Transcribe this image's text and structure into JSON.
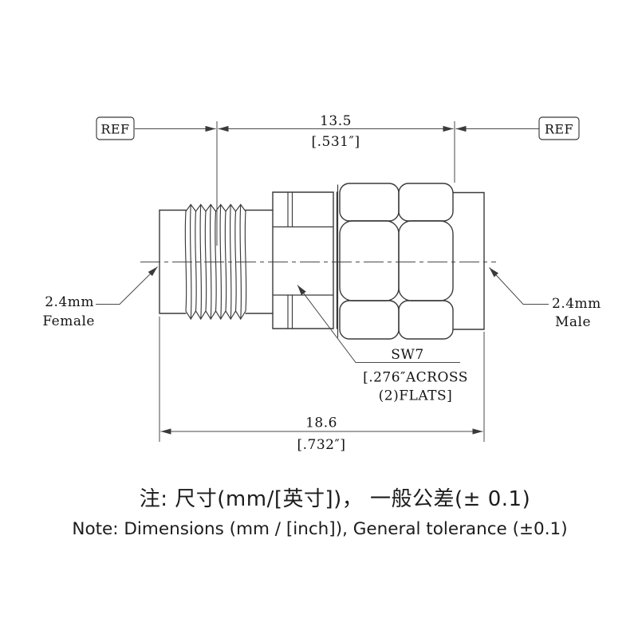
{
  "page": {
    "background": "#ffffff"
  },
  "drawing": {
    "ref_left": "REF",
    "ref_right": "REF",
    "dim_top": {
      "mm": "13.5",
      "inch": "[.531″]"
    },
    "dim_bottom": {
      "mm": "18.6",
      "inch": "[.732″]"
    },
    "label_female": {
      "size": "2.4mm",
      "gender": "Female"
    },
    "label_male": {
      "size": "2.4mm",
      "gender": "Male"
    },
    "wrench_callout": {
      "code": "SW7",
      "inch": "[.276″ACROSS",
      "flats": "(2)FLATS]"
    },
    "notes": {
      "zh": "注: 尺寸(mm/[英寸])， 一般公差(± 0.1)",
      "en": "Note: Dimensions (mm / [inch]), General tolerance (±0.1)"
    },
    "colors": {
      "line": "#3a3a3a",
      "text": "#141414",
      "background": "#ffffff"
    }
  }
}
